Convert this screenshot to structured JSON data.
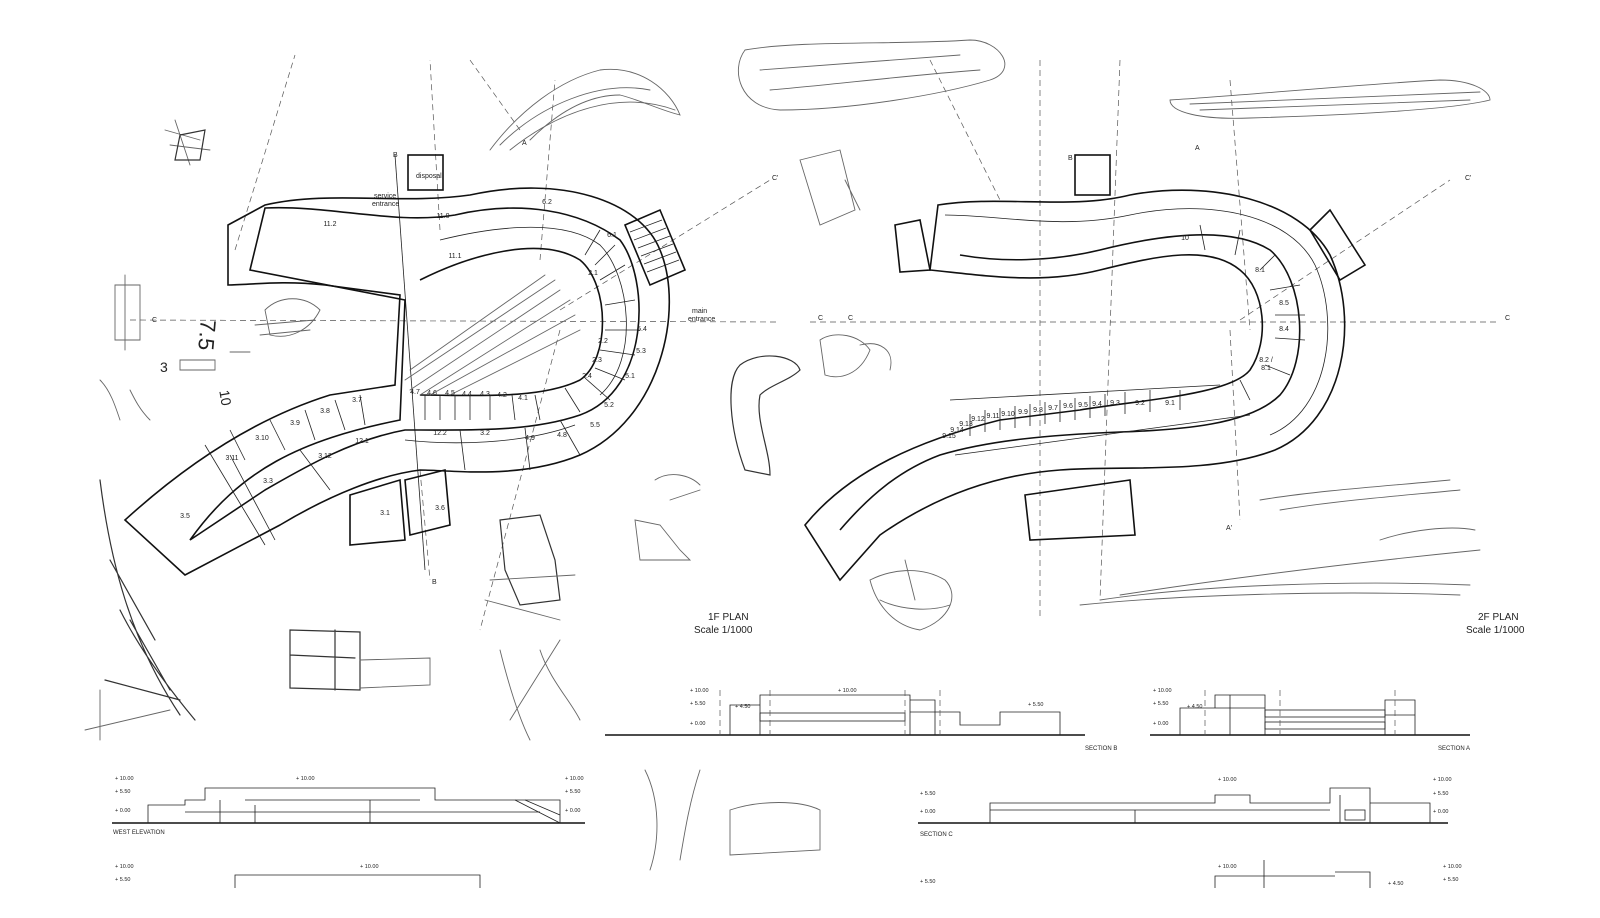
{
  "plan_1f": {
    "title": "1F PLAN",
    "scale": "Scale 1/1000",
    "labels": {
      "service_entrance_1": "service",
      "service_entrance_2": "entrance",
      "disposal": "disposal",
      "main_entrance_1": "main",
      "main_entrance_2": "entrance",
      "mark_b_top": "B",
      "mark_b_bottom": "B",
      "mark_a": "A",
      "mark_c_right": "C",
      "mark_c_top": "C'",
      "mark_c_left": "C"
    },
    "rooms": [
      "6.2",
      "11.0",
      "11.2",
      "11.1",
      "6.1",
      "2.1",
      "5.4",
      "5.3",
      "2.2",
      "2.3",
      "5.1",
      "2.4",
      "5.2",
      "4.7",
      "4.6",
      "4.5",
      "4.4",
      "4.3",
      "4.2",
      "4.1",
      "3.7",
      "3.8",
      "3.9",
      "3.10",
      "3.11",
      "3.12",
      "12.1",
      "12.2",
      "3.2",
      "4.9",
      "4.8",
      "5.5",
      "3.3",
      "3.5",
      "3.1",
      "3.6"
    ]
  },
  "plan_2f": {
    "title": "2F PLAN",
    "scale": "Scale 1/1000",
    "labels": {
      "mark_b": "B",
      "mark_a_top": "A",
      "mark_a_bottom": "A'",
      "mark_c_top": "C'",
      "mark_c_right": "C",
      "mark_c_left": "C"
    },
    "rooms": [
      "10",
      "8.1",
      "8.5",
      "8.4",
      "8.2 /",
      "8.1",
      "9.1",
      "9.2",
      "9.3",
      "9.4",
      "9.5",
      "9.6",
      "9.7",
      "9.8",
      "9.9",
      "9.10",
      "9.11",
      "9.12",
      "9.13",
      "9.14",
      "9.15"
    ]
  },
  "sections": {
    "section_b": {
      "name": "SECTION B",
      "levels": [
        "+ 10.00",
        "+ 5.50",
        "+ 0.00",
        "+ 4.50",
        "+ 10.00",
        "+ 5.50"
      ]
    },
    "section_a": {
      "name": "SECTION A",
      "levels": [
        "+ 10.00",
        "+ 5.50",
        "+ 0.00",
        "+ 4.50"
      ]
    },
    "west_elevation": {
      "name": "WEST ELEVATION",
      "levels": [
        "+ 10.00",
        "+ 5.50",
        "+ 0.00",
        "+ 10.00",
        "+ 10.00",
        "+ 5.50",
        "+ 0.00"
      ]
    },
    "section_c": {
      "name": "SECTION C",
      "levels": [
        "+ 5.50",
        "+ 0.00",
        "+ 10.00",
        "+ 10.00",
        "+ 5.50",
        "+ 0.00"
      ]
    },
    "bottom_left": {
      "levels": [
        "+ 10.00",
        "+ 5.50",
        "+ 10.00"
      ]
    },
    "bottom_right": {
      "levels": [
        "+ 5.50",
        "+ 10.00",
        "+ 10.00",
        "+ 5.50",
        "+ 4.50"
      ]
    }
  },
  "sketch_notes": [
    "7.5",
    "10",
    "3"
  ]
}
